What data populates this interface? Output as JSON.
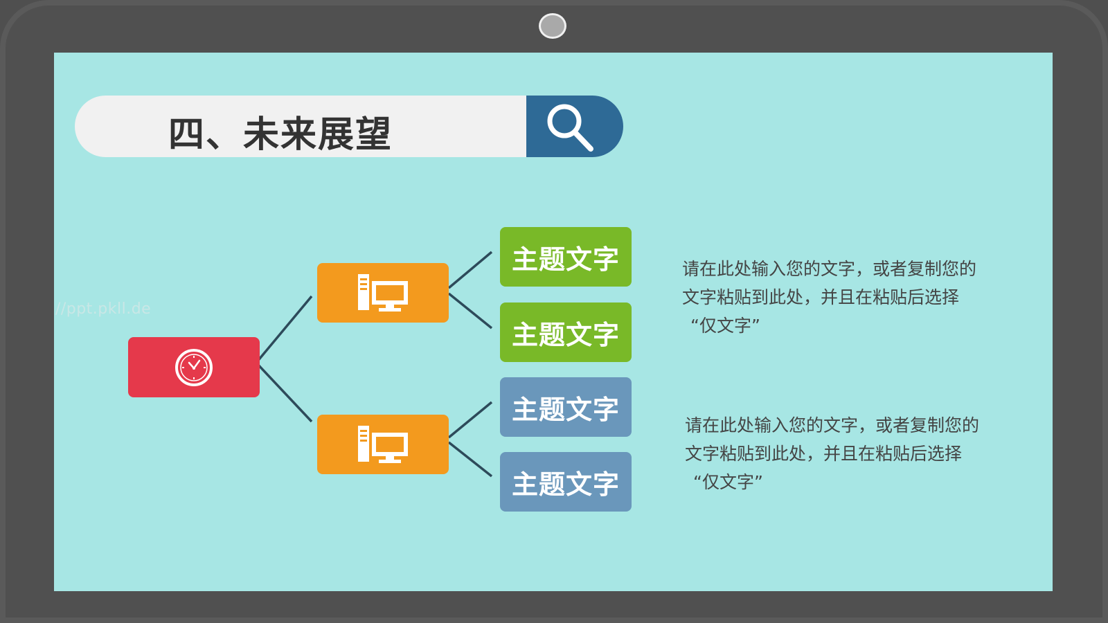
{
  "slide": {
    "title": "四、未来展望",
    "watermark": "://ppt.pkll.de"
  },
  "mindmap": {
    "root": {
      "icon": "clock-icon",
      "color": "#e5394b"
    },
    "branches": [
      {
        "icon": "computer-icon",
        "color": "#f39a1e"
      },
      {
        "icon": "computer-icon",
        "color": "#f39a1e"
      }
    ],
    "leaves": [
      {
        "label": "主题文字",
        "color": "#79b928"
      },
      {
        "label": "主题文字",
        "color": "#79b928"
      },
      {
        "label": "主题文字",
        "color": "#6a97bb"
      },
      {
        "label": "主题文字",
        "color": "#6a97bb"
      }
    ]
  },
  "descriptions": [
    {
      "lines": [
        "请在此处输入您的文字，或者复制您的",
        "文字粘贴到此处，并且在粘贴后选择",
        "“仅文字”"
      ]
    },
    {
      "lines": [
        "请在此处输入您的文字，或者复制您的",
        "文字粘贴到此处，并且在粘贴后选择",
        "“仅文字”"
      ]
    }
  ],
  "colors": {
    "screen_background": "#a7e6e4",
    "search_button": "#2e6a96",
    "frame": "#505050"
  }
}
